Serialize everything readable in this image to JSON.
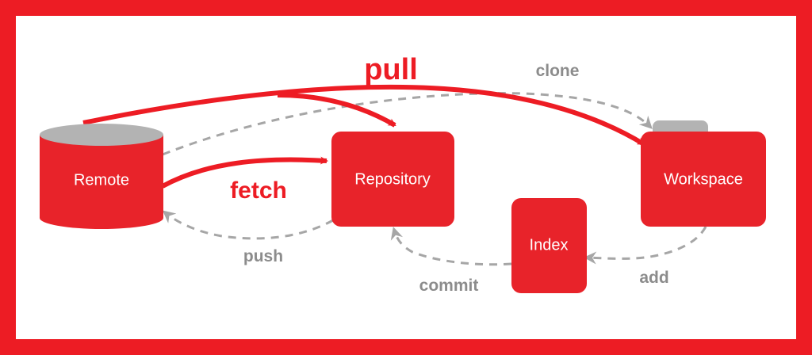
{
  "colors": {
    "frame": "#ED1C24",
    "node_fill": "#E8232A",
    "dashed_arrow": "#A6A6A6",
    "gray_label": "#8C8C8C",
    "cylinder_top": "#B3B3B3",
    "folder_tab": "#B3B3B3"
  },
  "nodes": {
    "remote": {
      "label": "Remote",
      "shape": "cylinder"
    },
    "repository": {
      "label": "Repository",
      "shape": "rounded-box"
    },
    "workspace": {
      "label": "Workspace",
      "shape": "folder"
    },
    "index": {
      "label": "Index",
      "shape": "rounded-box"
    }
  },
  "edges": {
    "pull": {
      "label": "pull",
      "style": "solid-red"
    },
    "fetch": {
      "label": "fetch",
      "style": "solid-red"
    },
    "clone": {
      "label": "clone",
      "style": "dashed-gray"
    },
    "push": {
      "label": "push",
      "style": "dashed-gray"
    },
    "commit": {
      "label": "commit",
      "style": "dashed-gray"
    },
    "add": {
      "label": "add",
      "style": "dashed-gray"
    }
  }
}
